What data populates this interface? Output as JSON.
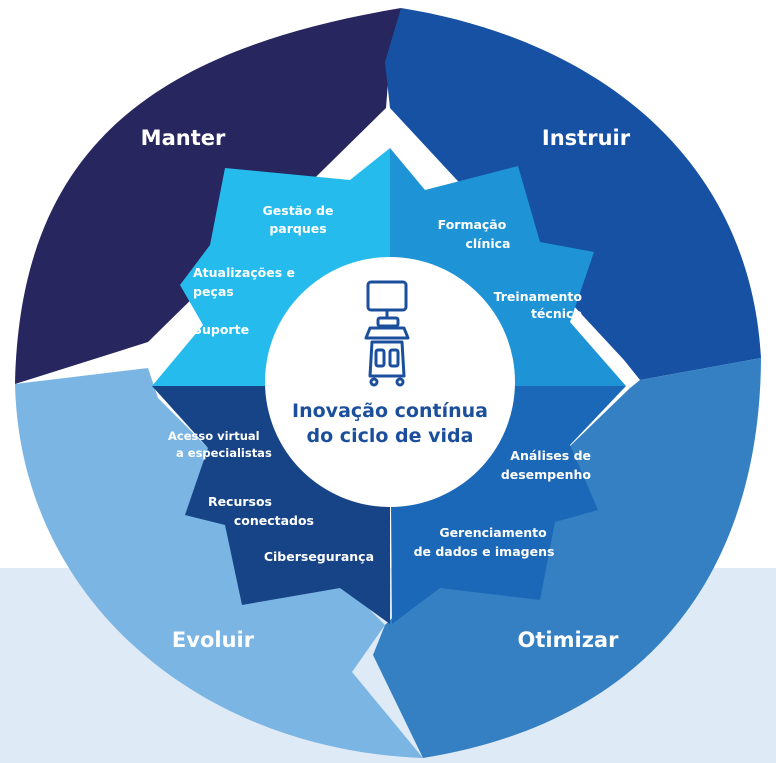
{
  "colors": {
    "background_band": "#deeaf6",
    "maintain": "#27265e",
    "instruct": "#1751a4",
    "optimize": "#3480c3",
    "evolve": "#7bb5e3",
    "inner_top_left": "#25bced",
    "inner_top_right": "#1e94d6",
    "inner_bottom_right": "#1c68b8",
    "inner_bottom_left": "#174487",
    "center_text": "#1b4f9c"
  },
  "ring": {
    "maintain": "Manter",
    "instruct": "Instruir",
    "optimize": "Otimizar",
    "evolve": "Evoluir"
  },
  "quadrants": {
    "maintain": [
      "Gestão de",
      "parques",
      "Atualizações e",
      "peças",
      "Suporte"
    ],
    "instruct": [
      "Formação",
      "clínica",
      "Treinamento",
      "técnico"
    ],
    "optimize": [
      "Análises de",
      "desempenho",
      "Gerenciamento",
      "de dados e imagens"
    ],
    "evolve": [
      "Acesso virtual",
      "a especialistas",
      "Recursos",
      "conectados",
      "Cibersegurança"
    ]
  },
  "center": {
    "icon": "ultrasound-cart-icon",
    "line1": "Inovação contínua",
    "line2": "do ciclo de vida"
  }
}
